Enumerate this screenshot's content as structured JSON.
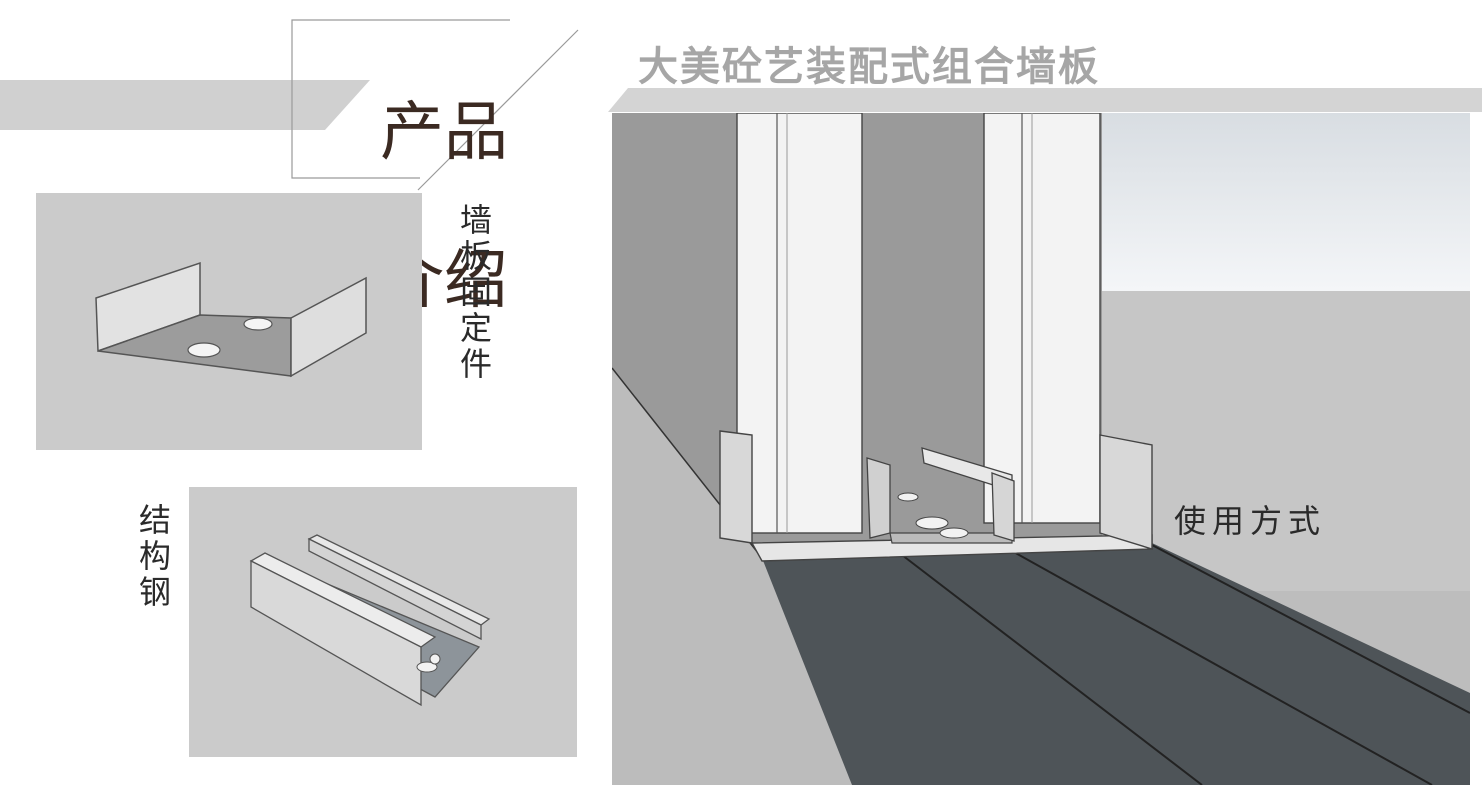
{
  "title": {
    "line1": "产品",
    "line2": "介绍"
  },
  "headline": "大美砼艺装配式组合墙板",
  "panels": {
    "fixing_piece": {
      "label": "墙板固定件",
      "icon": "u-bracket-icon"
    },
    "structural_steel": {
      "label": "结构钢",
      "icon": "c-channel-icon"
    },
    "usage": {
      "label": "使用方式",
      "icon": "wall-assembly-icon"
    }
  },
  "colors": {
    "title": "#3b2a22",
    "headline": "#a6a6a6",
    "band": "#d0d0d0",
    "panel_bg": "#cbcbcb"
  }
}
